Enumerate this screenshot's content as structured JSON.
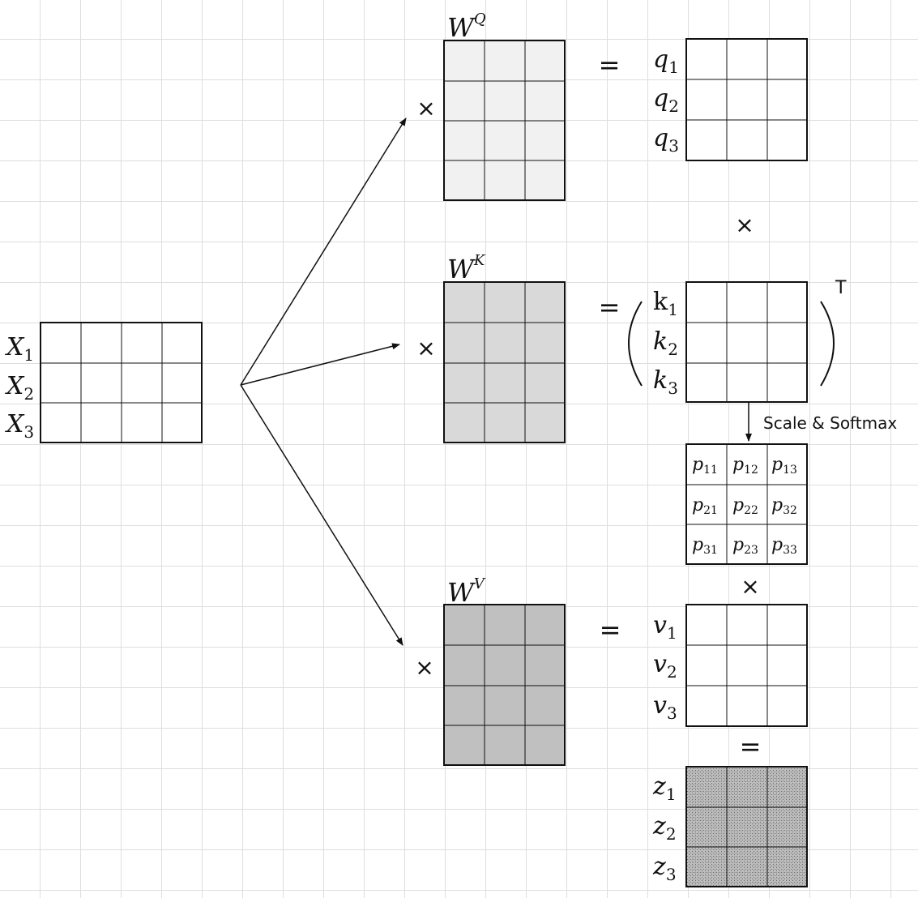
{
  "input": {
    "rows": [
      "X",
      "X",
      "X"
    ],
    "subs": [
      "1",
      "2",
      "3"
    ]
  },
  "weights": {
    "q": {
      "base": "W",
      "sup": "Q"
    },
    "k": {
      "base": "W",
      "sup": "K"
    },
    "v": {
      "base": "W",
      "sup": "V"
    }
  },
  "query": {
    "rows": [
      "q",
      "q",
      "q"
    ],
    "subs": [
      "1",
      "2",
      "3"
    ]
  },
  "key": {
    "rows": [
      "k",
      "k",
      "k"
    ],
    "subs": [
      "1",
      "2",
      "3"
    ],
    "transpose": "T"
  },
  "value": {
    "rows": [
      "v",
      "v",
      "v"
    ],
    "subs": [
      "1",
      "2",
      "3"
    ]
  },
  "output": {
    "rows": [
      "z",
      "z",
      "z"
    ],
    "subs": [
      "1",
      "2",
      "3"
    ]
  },
  "scores": {
    "base": "p",
    "cells": [
      [
        "11",
        "12",
        "13"
      ],
      [
        "21",
        "22",
        "32"
      ],
      [
        "31",
        "23",
        "33"
      ]
    ]
  },
  "symbols": {
    "times": "×",
    "equals": "=",
    "paren_open": "(",
    "paren_close": ")"
  },
  "scale_label": "Scale & Softmax",
  "colors": {
    "wq": "#f1f1f1",
    "wk": "#d9d9d9",
    "wv": "#c0c0c0",
    "z": "#bdbdbd"
  }
}
